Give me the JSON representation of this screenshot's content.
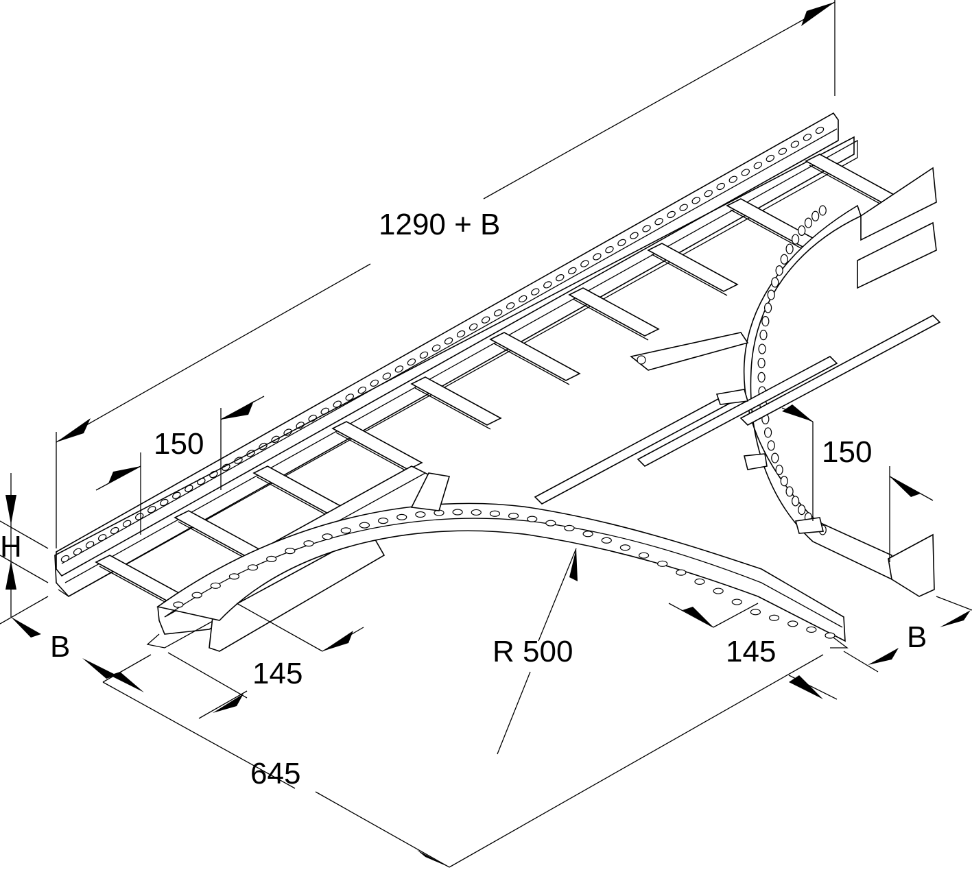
{
  "diagram": {
    "title": "Cable ladder T-piece dimension drawing",
    "subject": "cable-ladder-tee",
    "labels": {
      "overall_length": "1290 + B",
      "rung_spacing_left": "150",
      "rung_spacing_right": "150",
      "height": "H",
      "width_left": "B",
      "width_right": "B",
      "branch_offset_left": "145",
      "branch_offset_right": "145",
      "radius": "R 500",
      "branch_length": "645"
    },
    "colors": {
      "stroke": "#000000",
      "background": "#ffffff"
    }
  }
}
